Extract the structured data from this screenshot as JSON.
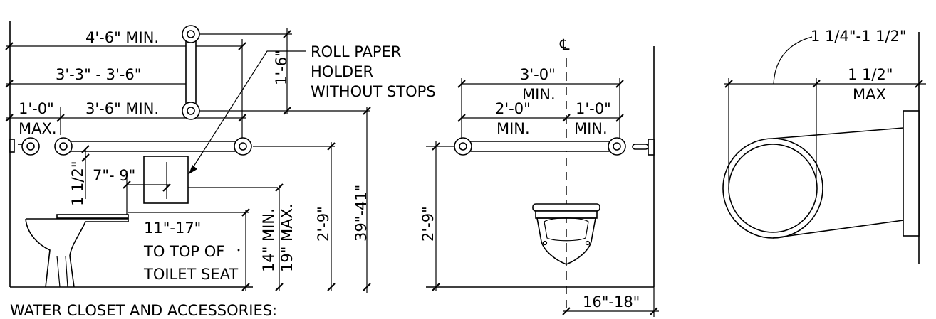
{
  "left_elevation": {
    "grab_bar_side_length": "4'-6\" MIN.",
    "grab_bar_side_start": "3'-3\" - 3'-6\"",
    "grab_bar_vertical": "1'-6\"",
    "grab_bar_rear_offset": "1'-0\"",
    "grab_bar_rear_offset_max": "MAX.",
    "grab_bar_rear_length": "3'-6\" MIN.",
    "roll_paper_note": [
      "ROLL PAPER",
      "HOLDER",
      "WITHOUT STOPS"
    ],
    "clearance_small": "1 1/2\"",
    "paper_offset": "7\"- 9\"",
    "seat_height": [
      "11\"-17\"",
      "TO TOP OF",
      "TOILET SEAT"
    ],
    "paper_height_min": "14\" MIN.",
    "paper_height_max": "19\" MAX.",
    "grab_bar_height": "2'-9\"",
    "grab_bar_height_range": "39\"-41\"",
    "caption": "WATER CLOSET AND ACCESSORIES:"
  },
  "center_elevation": {
    "centerline_mark": "℄",
    "rear_bar_total": "3'-0\"",
    "rear_bar_total_min": "MIN.",
    "rear_bar_left": "2'-0\"",
    "rear_bar_left_min": "MIN.",
    "rear_bar_right": "1'-0\"",
    "rear_bar_right_min": "MIN.",
    "grab_bar_height": "2'-9\"",
    "wall_to_center": "16\"-18\""
  },
  "detail": {
    "bar_diameter": "1 1/4\"-1 1/2\"",
    "wall_clearance": "1 1/2\"",
    "wall_clearance_max": "MAX"
  }
}
